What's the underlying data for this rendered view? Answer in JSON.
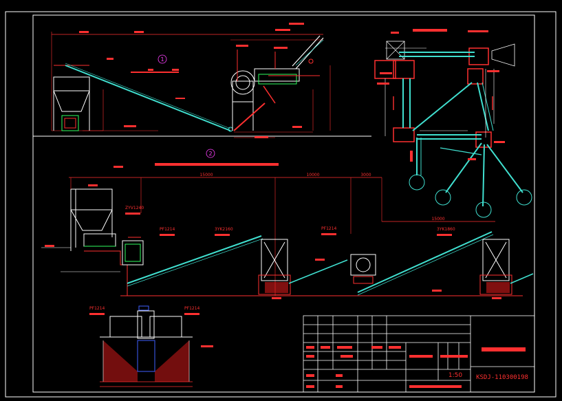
{
  "drawing": {
    "circle_1": "1",
    "circle_2": "2",
    "top_dims": {
      "d1": "15000",
      "d2": "10000",
      "d3": "3000"
    },
    "labels": {
      "m1": "3YK2160",
      "m2": "PF1214",
      "m3": "3YK1860",
      "m4": "ZYV1240",
      "m5": "PF1214",
      "s1": "PF1214",
      "s2": "PF1214",
      "dim_15000b": "15000"
    },
    "title_block": {
      "scale": "1:50",
      "drawing_no": "KSDJ-110300198"
    }
  },
  "colors": {
    "frame": "#ffffff",
    "structure": "#ff2020",
    "conveyor": "#40e0d0",
    "machine": "#ffffff",
    "dims": "#ff3a3a",
    "text_red": "#ff3030",
    "text_mag": "#ff40ff",
    "text_yel": "#ffff40",
    "green": "#30ff60",
    "blue": "#4060ff"
  }
}
